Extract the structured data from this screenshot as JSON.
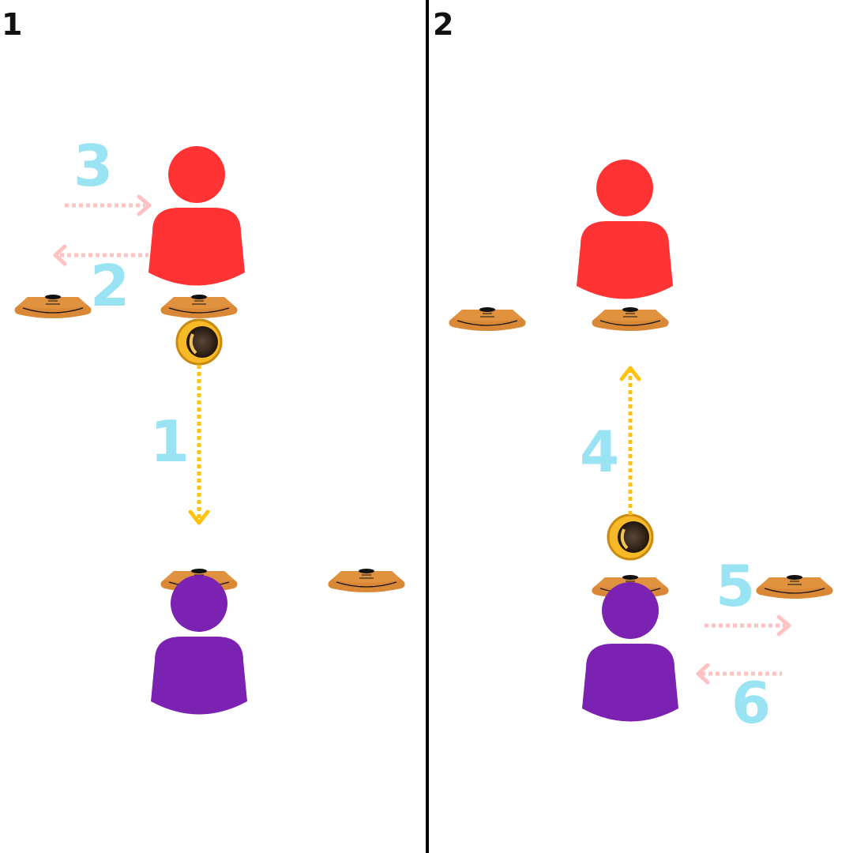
{
  "panels": [
    {
      "label": "1"
    },
    {
      "label": "2"
    }
  ],
  "steps": [
    "1",
    "2",
    "3",
    "4",
    "5",
    "6"
  ],
  "colors": {
    "red_player": "#ff3333",
    "purple_player": "#7b22b3",
    "cone": "#d98836",
    "pass_arrow": "#ffc20e",
    "move_arrow": "#ffc2c2",
    "step_number": "#99e3f2",
    "divider": "#000000"
  },
  "legend_items": {
    "red_player": "person-icon",
    "purple_player": "person-icon",
    "cone": "cone-icon",
    "ball": "ball-icon"
  }
}
